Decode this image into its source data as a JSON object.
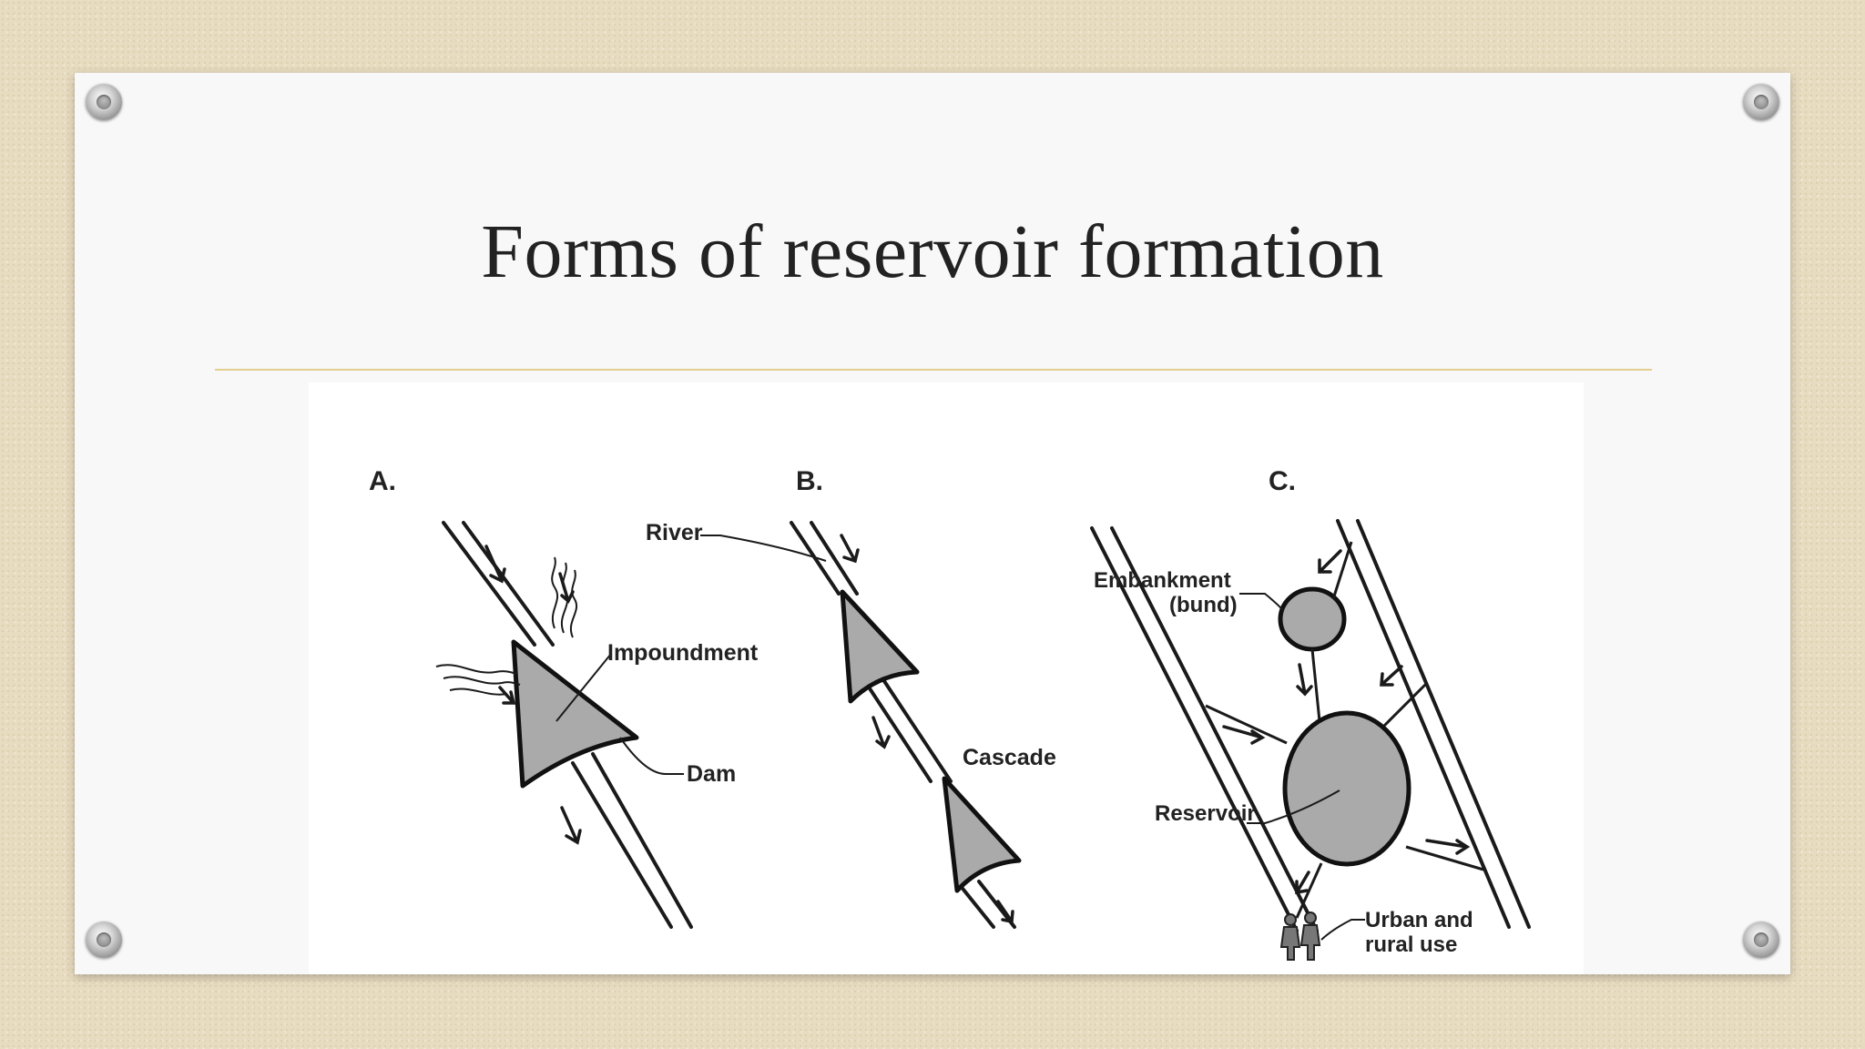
{
  "slide": {
    "title": "Forms of reservoir formation"
  },
  "diagram": {
    "panels": [
      {
        "id": "A",
        "label": "A."
      },
      {
        "id": "B",
        "label": "B."
      },
      {
        "id": "C",
        "label": "C."
      }
    ],
    "labels": {
      "river": "River",
      "impoundment": "Impoundment",
      "dam": "Dam",
      "cascade": "Cascade",
      "embankment_line1": "Embankment",
      "embankment_line2": "(bund)",
      "reservoir": "Reservoir",
      "use_line1": "Urban and",
      "use_line2": "rural use"
    },
    "colors": {
      "fill": "#aaaaaa",
      "ink": "#1a1a1a",
      "rule": "#e4cf8e"
    }
  }
}
